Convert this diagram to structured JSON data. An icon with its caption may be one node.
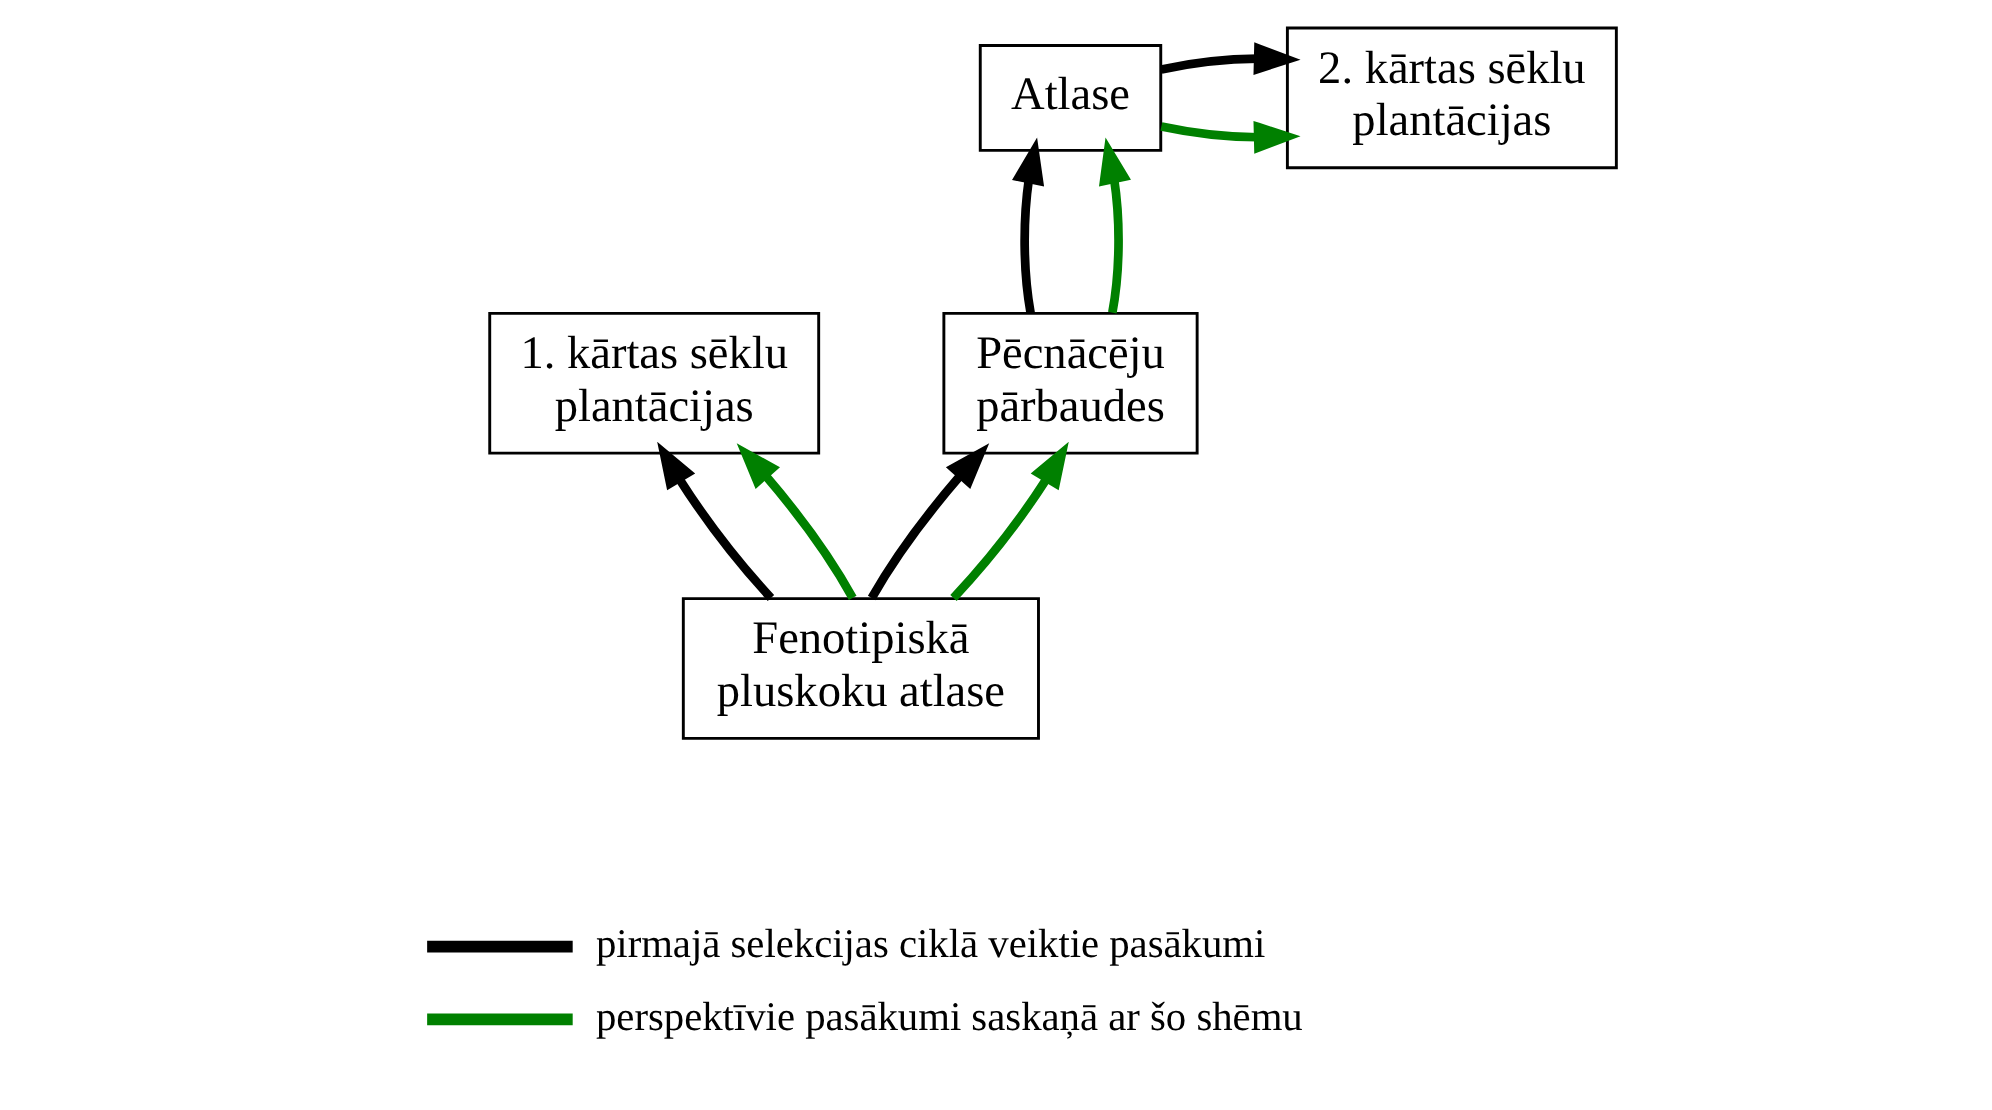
{
  "diagram": {
    "nodes": [
      {
        "text": [
          "Atlase"
        ]
      },
      {
        "text": [
          "2. kārtas sēklu plantācijas"
        ]
      },
      {
        "text": [
          "1. kārtas sēklu plantācijas"
        ]
      },
      {
        "text": [
          "Pēcnācēju pārbaudes"
        ]
      },
      {
        "text": [
          "Fenotipiskā pluskoku atlase"
        ]
      }
    ],
    "edges": [
      {
        "from": 4,
        "to": 2,
        "arrow": "to",
        "color": "#000000"
      },
      {
        "from": 4,
        "to": 2,
        "arrow": "to",
        "color": "#008000"
      },
      {
        "from": 4,
        "to": 3,
        "arrow": "to",
        "color": "#000000"
      },
      {
        "from": 4,
        "to": 3,
        "arrow": "to",
        "color": "#008000"
      },
      {
        "from": 3,
        "to": 0,
        "arrow": "to",
        "color": "#000000"
      },
      {
        "from": 3,
        "to": 0,
        "arrow": "to",
        "color": "#008000"
      },
      {
        "from": 0,
        "to": 1,
        "arrow": "to",
        "color": "#000000"
      },
      {
        "from": 0,
        "to": 1,
        "arrow": "to",
        "color": "#008000"
      }
    ],
    "legend": [
      {
        "text": "pirmajā selekcijas ciklā veiktie pasākumi"
      },
      {
        "text": "perspektīvie pasākumi saskaņā ar šo shēmu"
      }
    ]
  }
}
